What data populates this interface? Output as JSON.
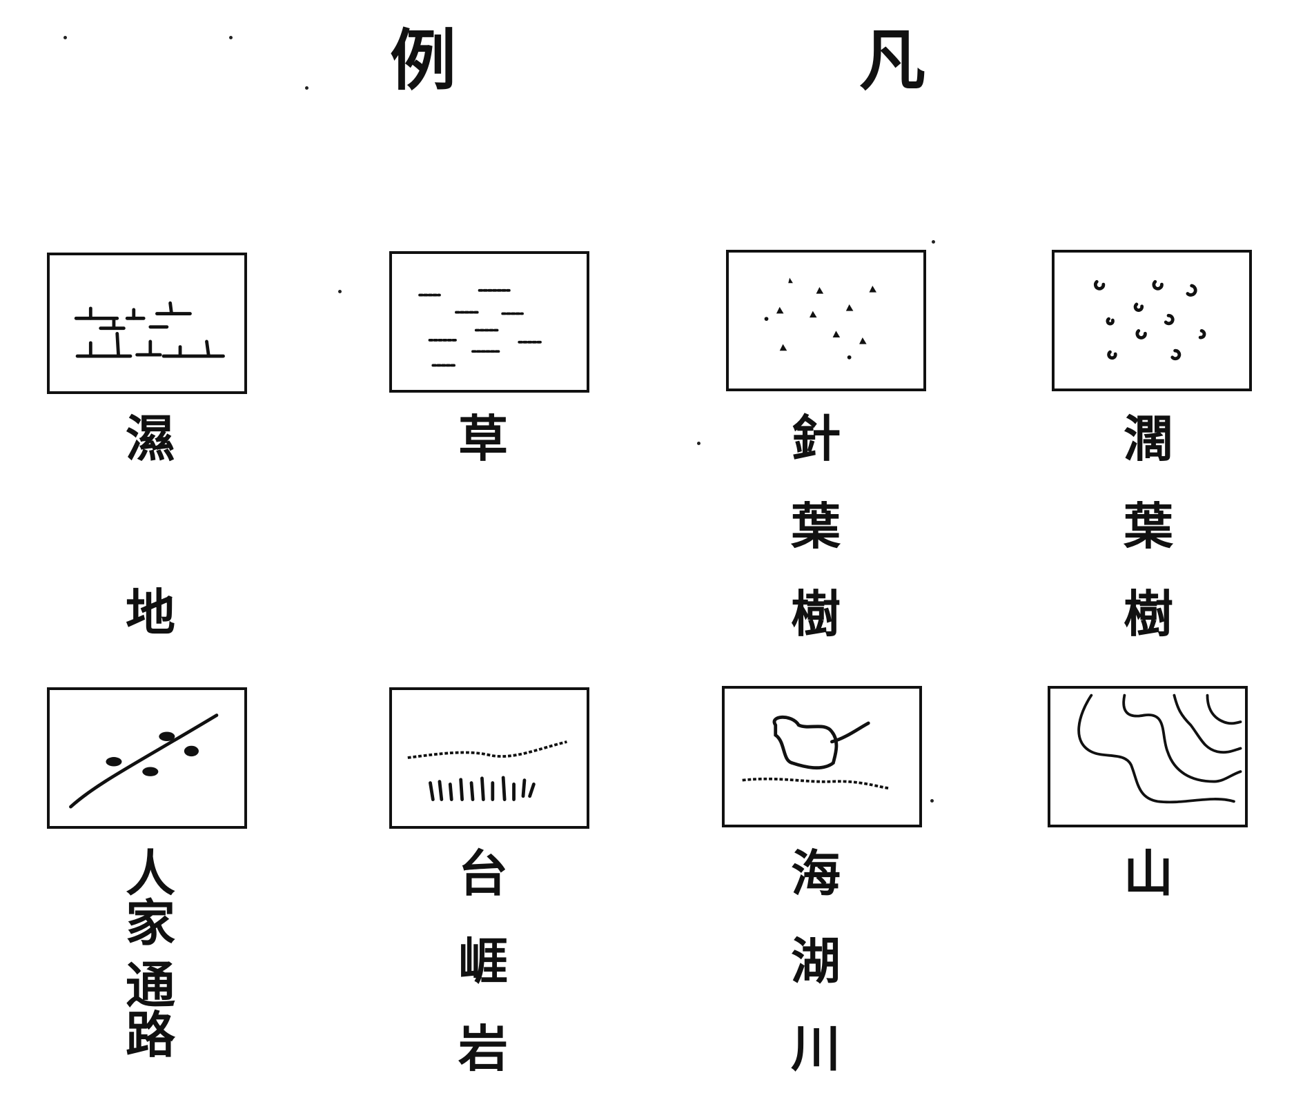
{
  "title": {
    "left": "例",
    "right": "凡"
  },
  "legend": [
    {
      "id": "wetland",
      "chars": [
        "濕",
        "地"
      ],
      "icon": "marsh-symbol-icon"
    },
    {
      "id": "grass",
      "chars": [
        "草"
      ],
      "icon": "grass-symbol-icon"
    },
    {
      "id": "conifer",
      "chars": [
        "針",
        "葉",
        "樹"
      ],
      "icon": "conifer-symbol-icon"
    },
    {
      "id": "broadleaf",
      "chars": [
        "濶",
        "葉",
        "樹"
      ],
      "icon": "broadleaf-symbol-icon"
    },
    {
      "id": "houses-road",
      "chars": [
        "人",
        "家",
        "通",
        "路"
      ],
      "icon": "houses-road-symbol-icon"
    },
    {
      "id": "cliff",
      "chars": [
        "台",
        "崕",
        "岩"
      ],
      "icon": "cliff-symbol-icon"
    },
    {
      "id": "water",
      "chars": [
        "海",
        "湖",
        "川"
      ],
      "icon": "water-symbol-icon"
    },
    {
      "id": "mountain",
      "chars": [
        "山"
      ],
      "icon": "contour-symbol-icon"
    }
  ]
}
